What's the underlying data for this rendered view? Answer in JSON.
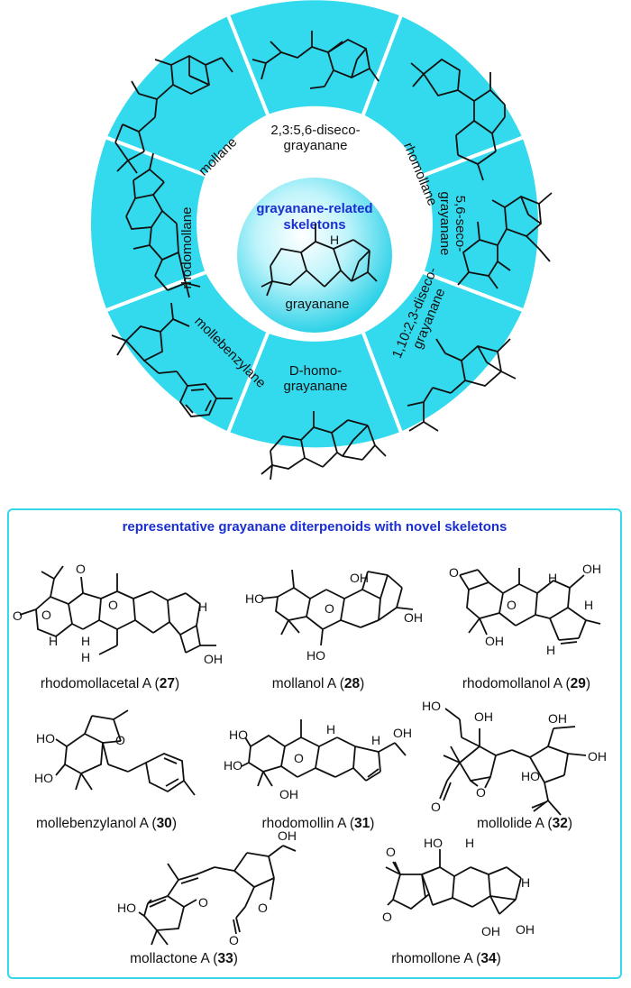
{
  "wheel": {
    "center_title_line1": "grayanane-related",
    "center_title_line2": "skeletons",
    "center_name": "grayanane",
    "segments": {
      "diseco_2_3_5_6": {
        "line1": "2,3:5,6-diseco-",
        "line2": "grayanane"
      },
      "rhomollane": {
        "line1": "rhomollane"
      },
      "seco_5_6": {
        "line1": "5,6-seco-",
        "line2": "grayanane"
      },
      "diseco_1_10_2_3": {
        "line1": "1,10:2,3-diseco-",
        "line2": "grayanane"
      },
      "d_homo": {
        "line1": "D-homo-",
        "line2": "grayanane"
      },
      "mollebenzylane": {
        "line1": "mollebenzylane"
      },
      "rhodomollane": {
        "line1": "rhodomollane"
      },
      "mollane": {
        "line1": "mollane"
      }
    },
    "colors": {
      "segment_fill": "#33d9ec",
      "center_fill": "#7fe8f5",
      "title_blue": "#1a2fd0"
    }
  },
  "panel": {
    "title": "representative grayanane diterpenoids with novel skeletons",
    "border_color": "#35d7e8",
    "compounds": [
      {
        "name": "rhodomollacetal A",
        "num": "27"
      },
      {
        "name": "mollanol A",
        "num": "28"
      },
      {
        "name": "rhodomollanol A",
        "num": "29"
      },
      {
        "name": "mollebenzylanol A",
        "num": "30"
      },
      {
        "name": "rhodomollin A",
        "num": "31"
      },
      {
        "name": "mollolide A",
        "num": "32"
      },
      {
        "name": "mollactone A",
        "num": "33"
      },
      {
        "name": "rhomollone A",
        "num": "34"
      }
    ],
    "atom_labels": {
      "H": "H",
      "OH": "OH",
      "HO": "HO",
      "O": "O"
    }
  }
}
